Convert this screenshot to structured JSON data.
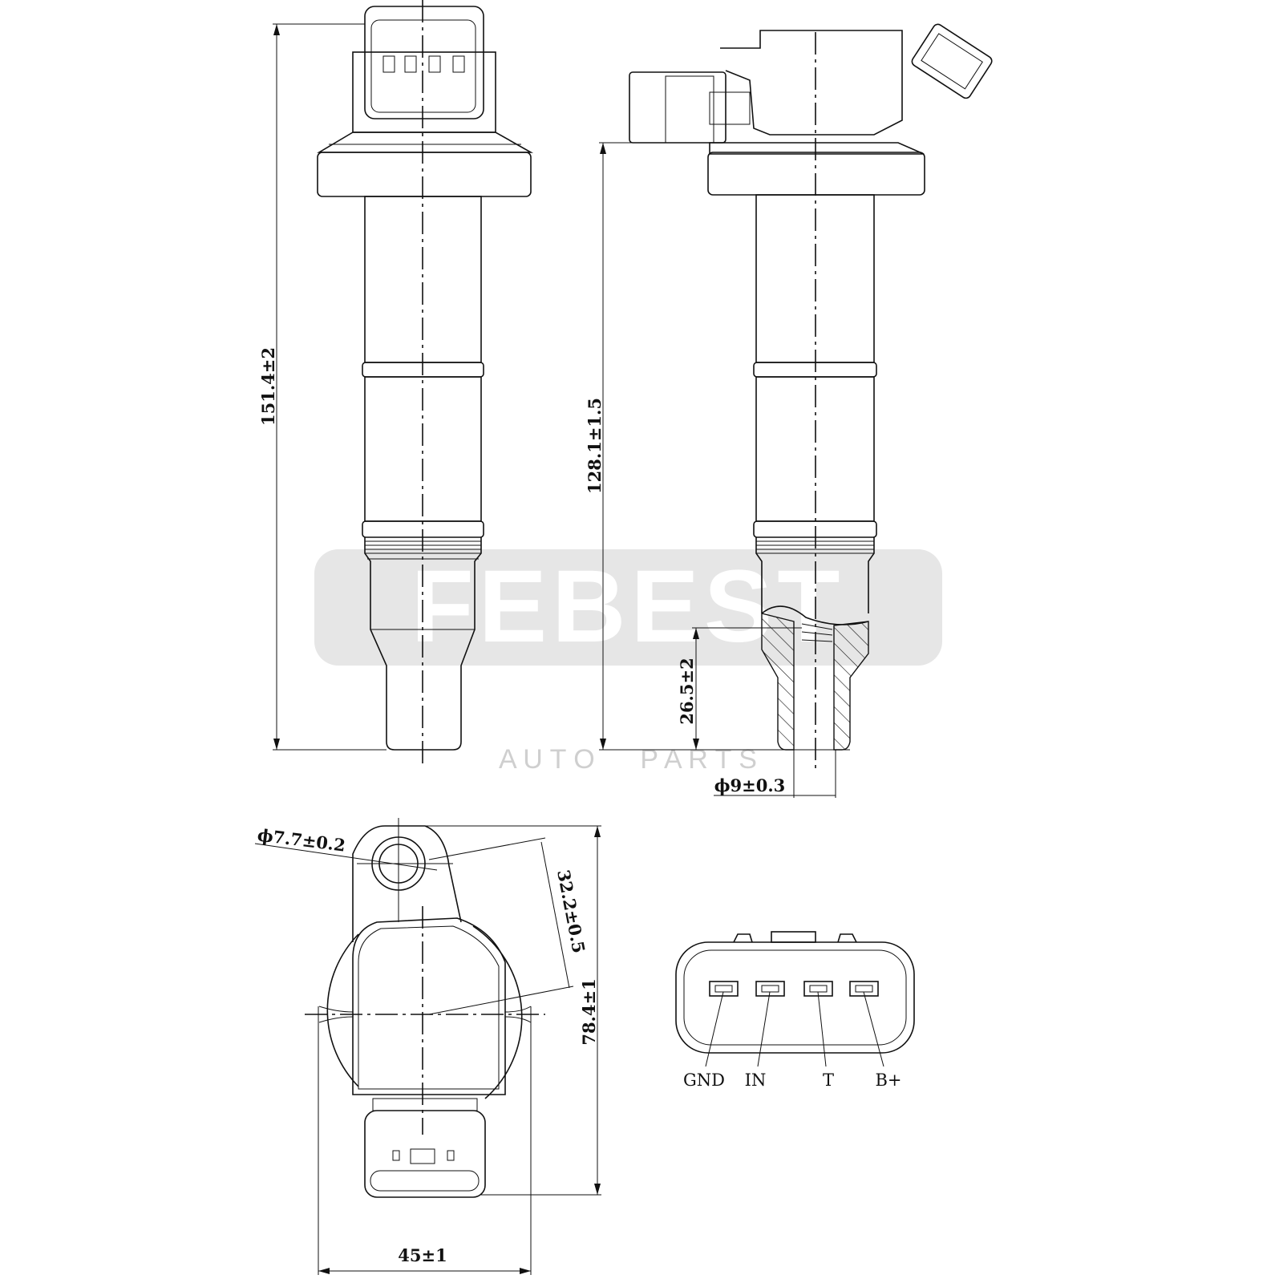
{
  "watermark": {
    "brand": "FEBEST",
    "tagline": "A U T O      P A R T S"
  },
  "dimensions": {
    "overall_length": "151.4±2",
    "flange_to_tip": "128.1±1.5",
    "boot_length": "26.5±2",
    "tip_diameter": "ϕ9±0.3",
    "hole_diameter": "ϕ7.7±0.2",
    "hole_to_center": "32.2±0.5",
    "top_length": "78.4±1",
    "width": "45±1"
  },
  "connector_pins": [
    "GND",
    "IN",
    "T",
    "B+"
  ]
}
